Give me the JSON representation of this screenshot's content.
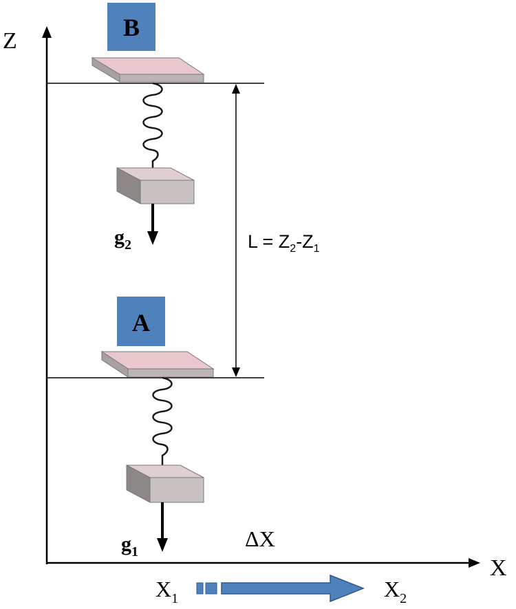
{
  "axes": {
    "z_label": "Z",
    "x_label": "X"
  },
  "platforms": {
    "top": {
      "label": "B",
      "gravity_main": "g",
      "gravity_sub": "2"
    },
    "bottom": {
      "label": "A",
      "gravity_main": "g",
      "gravity_sub": "1"
    }
  },
  "separation": {
    "l_prefix": "L = Z",
    "z2_sub": "2",
    "dash": "-Z",
    "z1_sub": "1"
  },
  "horizontal": {
    "delta_label": "ΔX",
    "x1_main": "X",
    "x1_sub": "1",
    "x2_main": "X",
    "x2_sub": "2"
  },
  "colors": {
    "label_box": "#4f81bd",
    "plate_top": "#e8c8cc",
    "block_face": "#c8c2c2",
    "arrow_fill": "#4f81bd"
  }
}
